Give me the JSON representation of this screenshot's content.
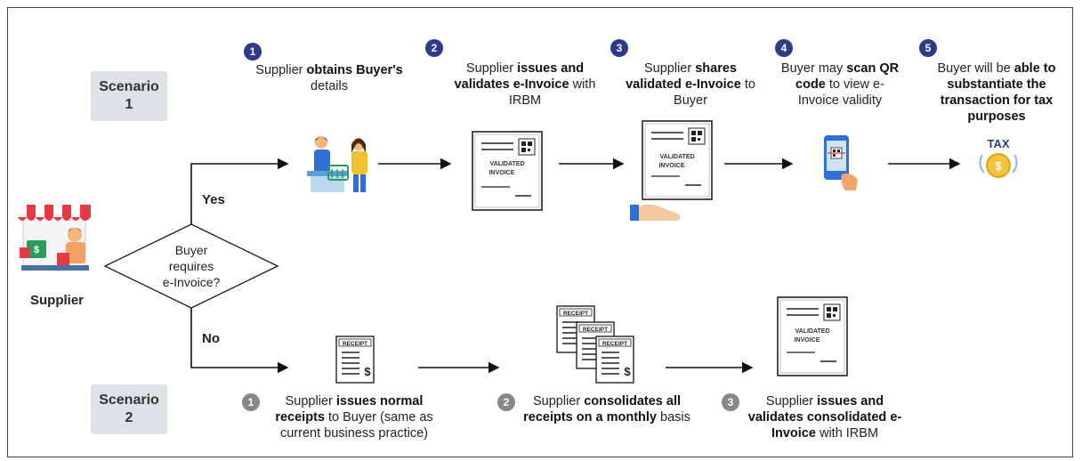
{
  "scenario1": {
    "label_line1": "Scenario",
    "label_line2": "1",
    "steps": [
      {
        "num": "1",
        "pre": "Supplier ",
        "bold": "obtains Buyer's",
        "post": " details"
      },
      {
        "num": "2",
        "pre": "Supplier ",
        "bold": "issues and validates e-Invoice",
        "post": " with IRBM"
      },
      {
        "num": "3",
        "pre": "Supplier ",
        "bold": "shares validated e-Invoice",
        "post": " to Buyer"
      },
      {
        "num": "4",
        "pre": "Buyer may ",
        "bold": "scan QR code",
        "post": " to view e-Invoice validity"
      },
      {
        "num": "5",
        "pre": "Buyer will be ",
        "bold": "able to substantiate the transaction for tax purposes",
        "post": ""
      }
    ]
  },
  "scenario2": {
    "label_line1": "Scenario",
    "label_line2": "2",
    "steps": [
      {
        "num": "1",
        "pre": "Supplier ",
        "bold": "issues normal receipts",
        "post": " to Buyer (same as current business practice)"
      },
      {
        "num": "2",
        "pre": "Supplier ",
        "bold": "consolidates all receipts on a monthly",
        "post": " basis"
      },
      {
        "num": "3",
        "pre": "Supplier ",
        "bold": "issues and validates consolidated e-Invoice",
        "post": " with IRBM"
      }
    ]
  },
  "decision": {
    "line1": "Buyer",
    "line2": "requires",
    "line3": "e-Invoice?",
    "yes": "Yes",
    "no": "No"
  },
  "supplier_label": "Supplier",
  "doc_labels": {
    "validated_line1": "VALIDATED",
    "validated_line2": "INVOICE",
    "receipt": "RECEIPT",
    "tax": "TAX"
  },
  "colors": {
    "step_badge_blue": "#2f3a8f",
    "step_badge_gray": "#888888",
    "scenario_box": "#dde1e8",
    "awning_red": "#e63946"
  }
}
